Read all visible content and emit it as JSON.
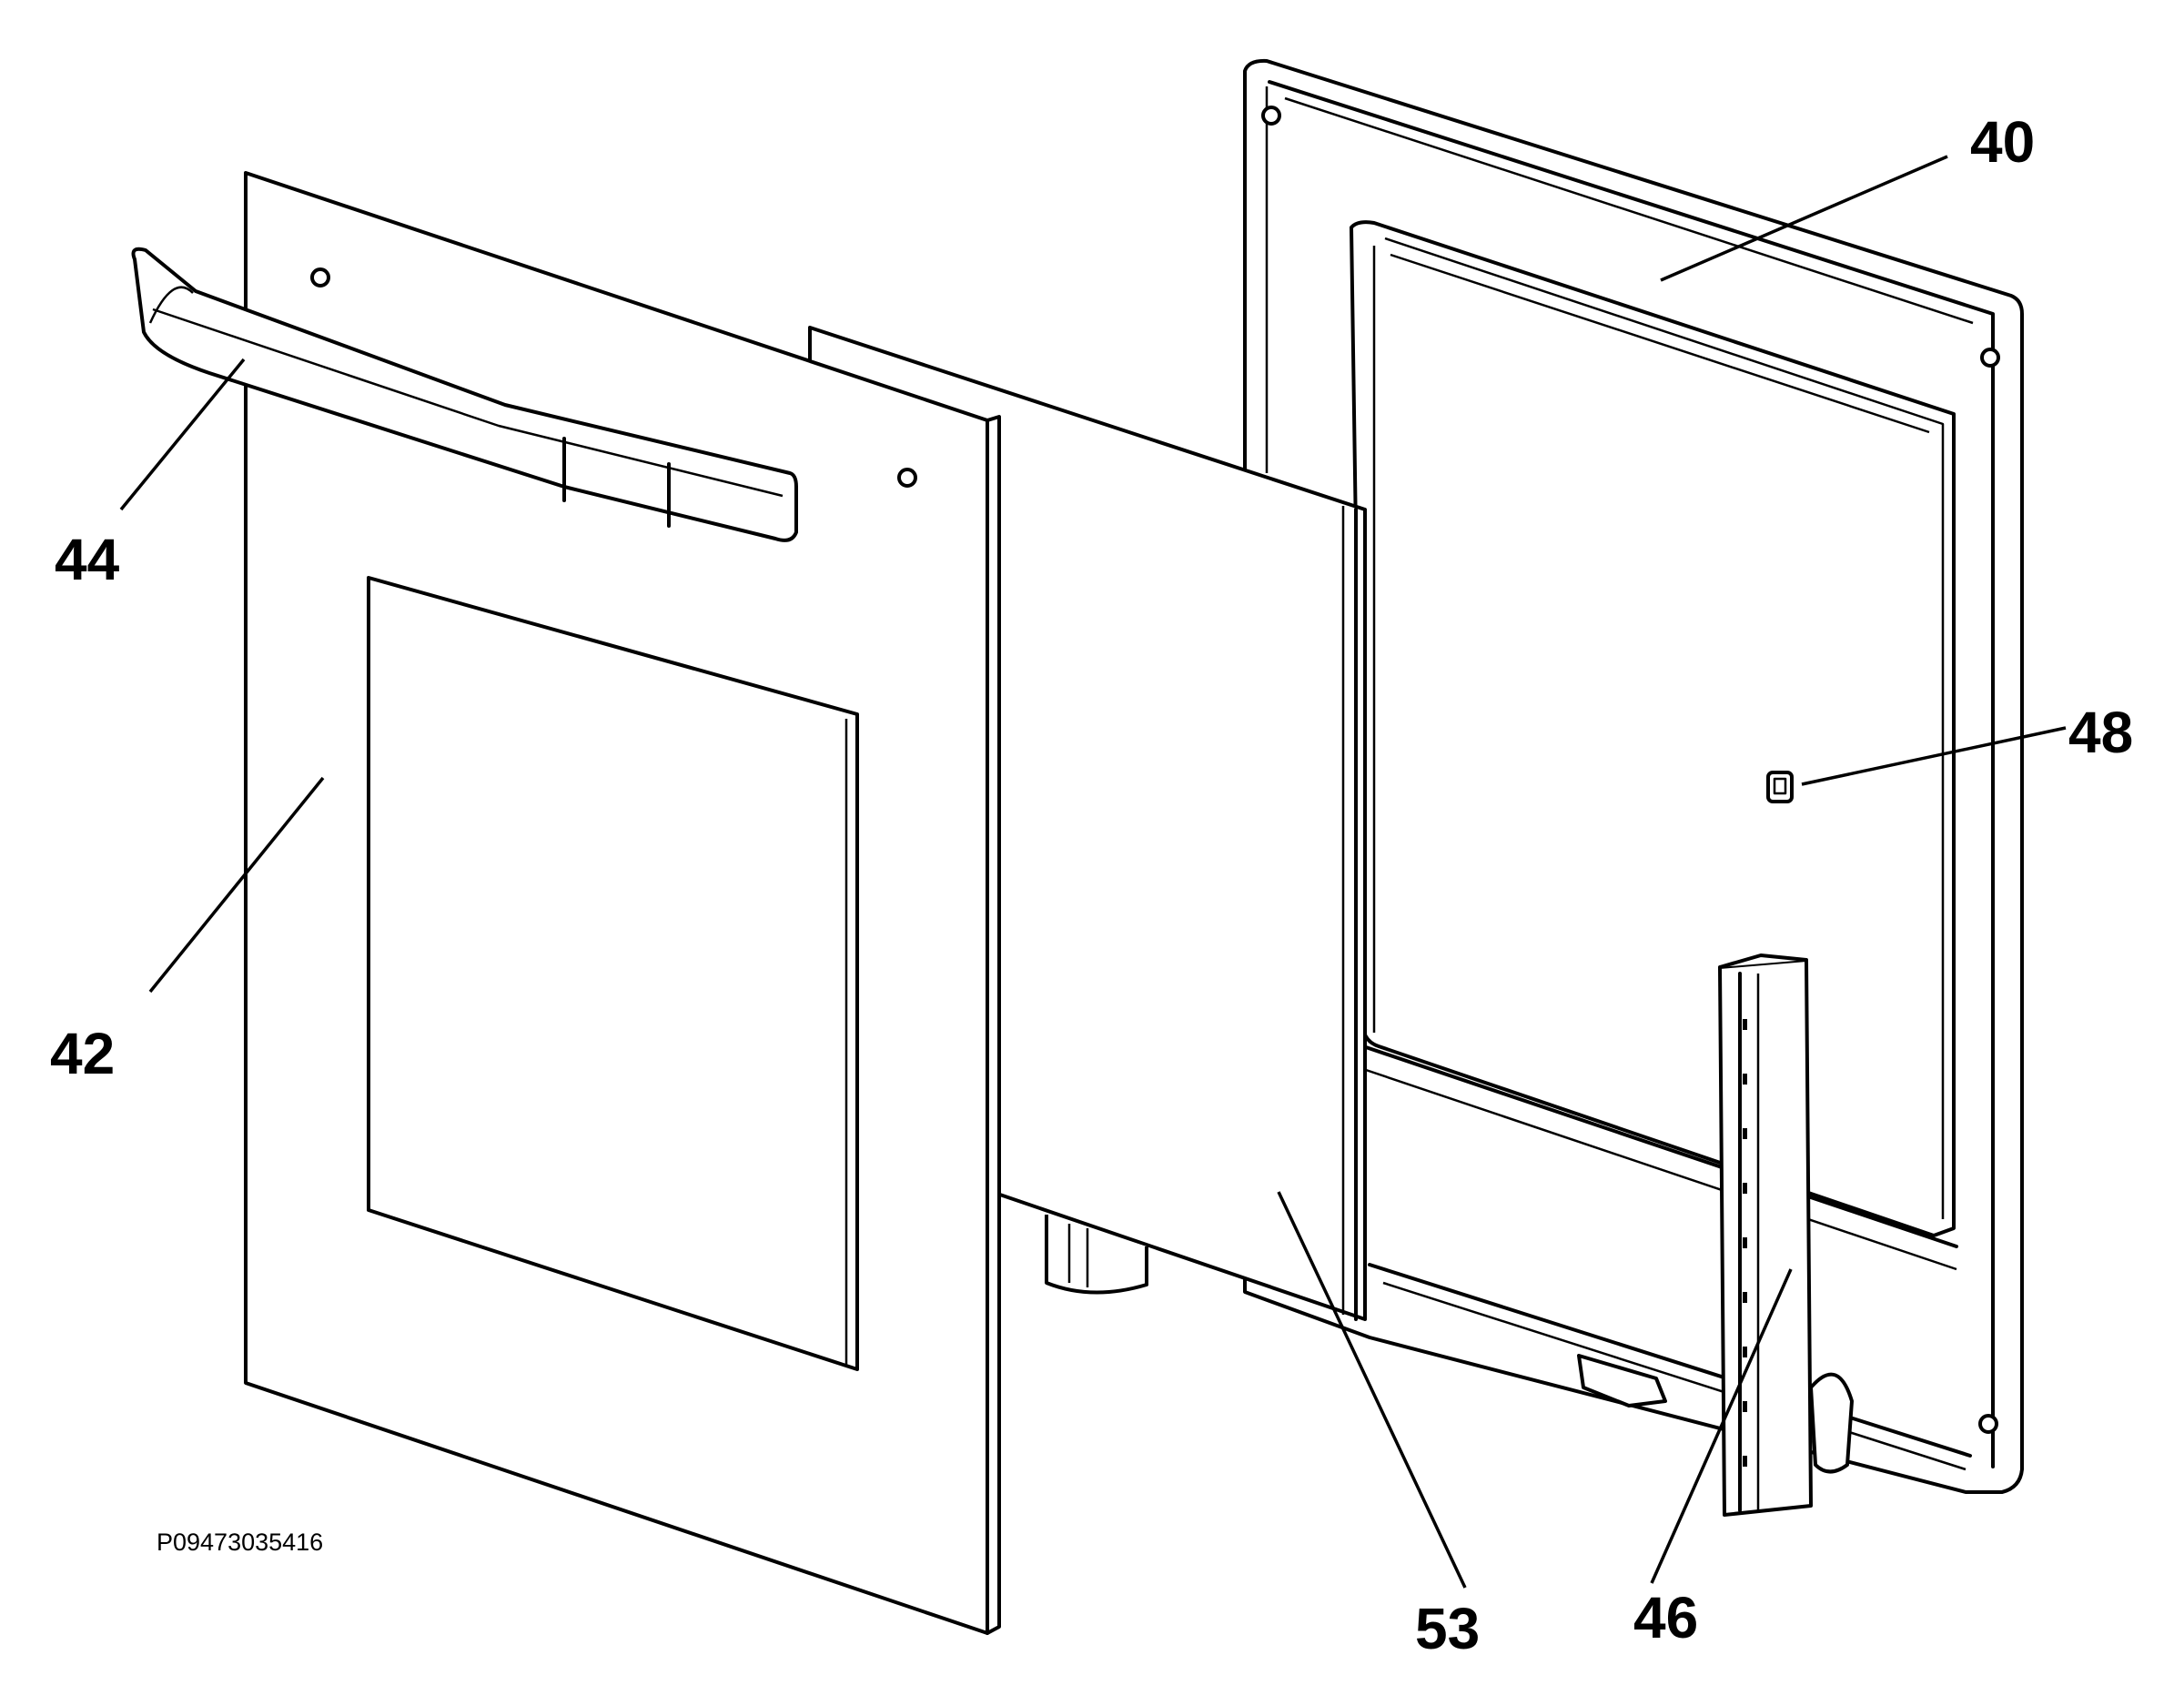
{
  "diagram": {
    "part_labels": [
      {
        "id": "40",
        "text": "40"
      },
      {
        "id": "42",
        "text": "42"
      },
      {
        "id": "44",
        "text": "44"
      },
      {
        "id": "46",
        "text": "46"
      },
      {
        "id": "48",
        "text": "48"
      },
      {
        "id": "53",
        "text": "53"
      }
    ],
    "drawing_code": "P09473035416",
    "parts": [
      {
        "id": "40",
        "name": "inner door frame"
      },
      {
        "id": "42",
        "name": "outer door glass panel"
      },
      {
        "id": "44",
        "name": "door handle"
      },
      {
        "id": "46",
        "name": "door hinge"
      },
      {
        "id": "48",
        "name": "clip"
      },
      {
        "id": "53",
        "name": "inner glass panel"
      }
    ]
  }
}
